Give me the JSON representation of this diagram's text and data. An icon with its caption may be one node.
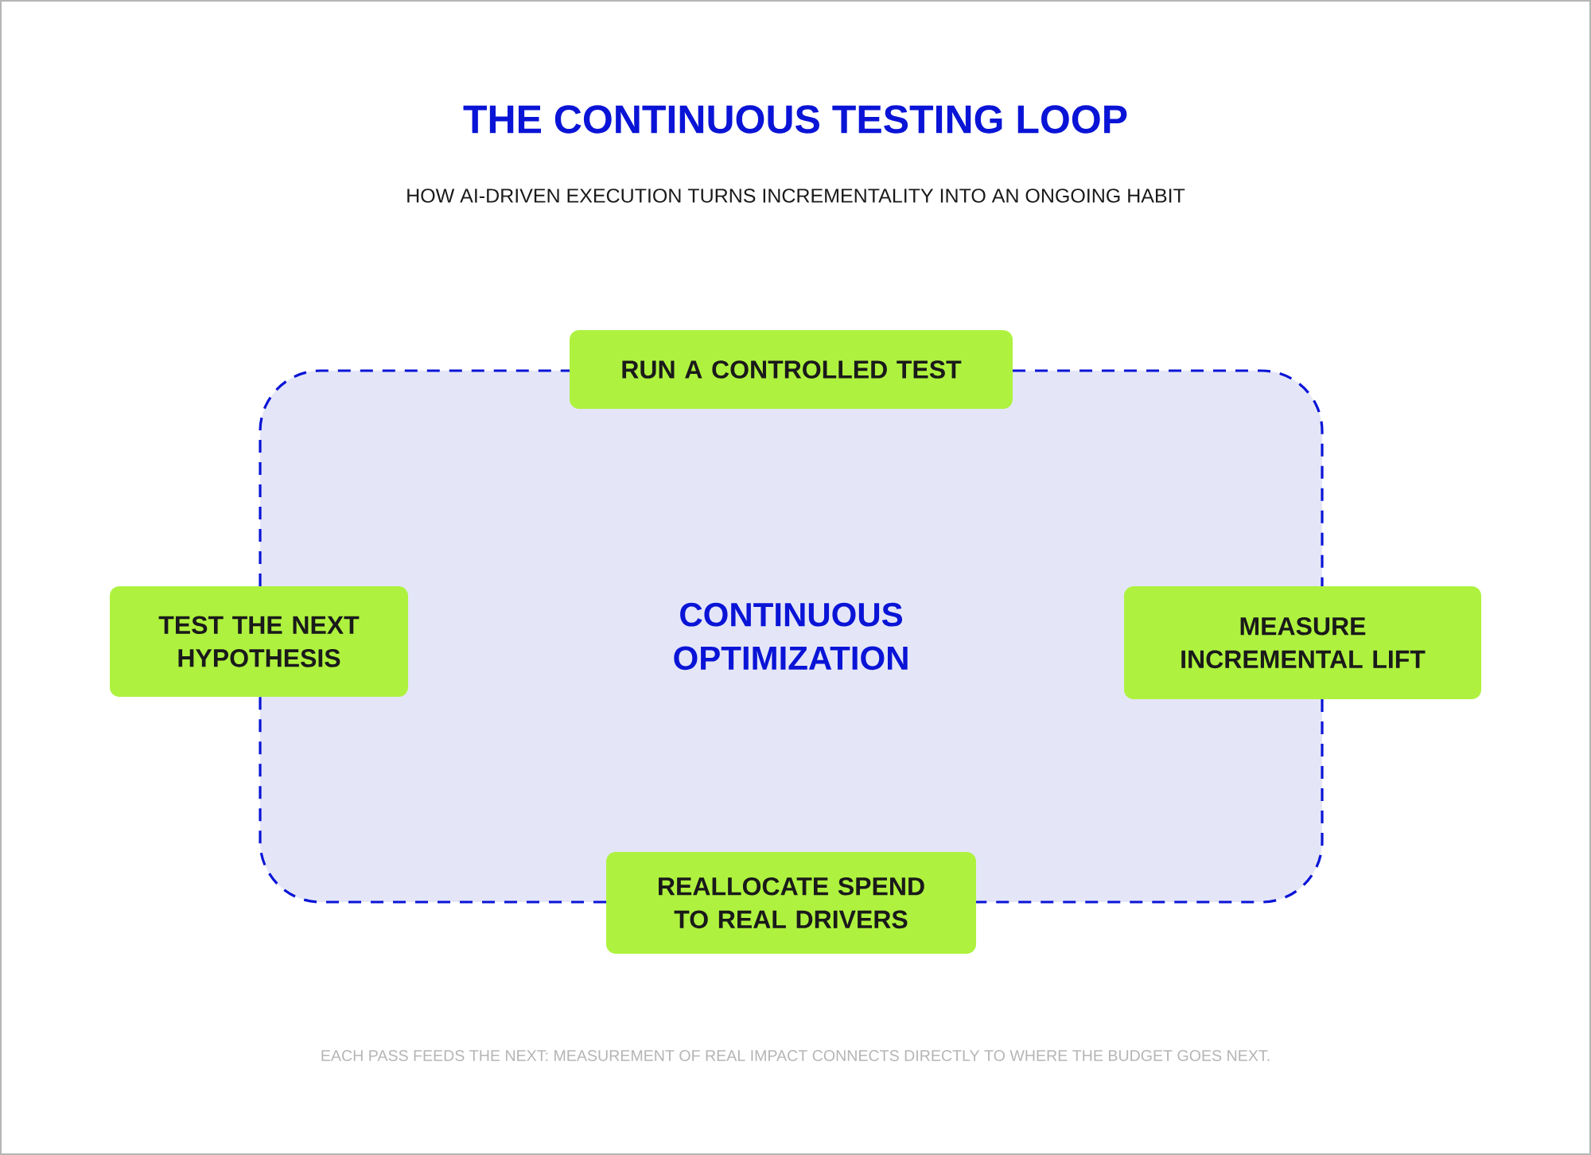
{
  "diagram": {
    "title": "THE CONTINUOUS TESTING LOOP",
    "caption": "EACH PASS FEEDS THE NEXT: MEASUREMENT OF REAL IMPACT CONNECTS DIRECTLY TO WHERE THE BUDGET GOES NEXT.",
    "labels": [
      "HOW AI-DRIVEN EXECUTION TURNS INCREMENTALITY INTO AN ONGOING HABIT"
    ],
    "nodes": [
      {
        "text": [
          "CONTINUOUS OPTIMIZATION"
        ]
      },
      {
        "text": [
          "RUN A CONTROLLED TEST"
        ]
      },
      {
        "text": [
          "TEST THE NEXT HYPOTHESIS"
        ]
      },
      {
        "text": [
          "MEASURE INCREMENTAL LIFT"
        ]
      },
      {
        "text": [
          "REALLOCATE SPEND TO REAL DRIVERS"
        ]
      }
    ],
    "edges": [
      {
        "from": 1,
        "to": 3,
        "arrow": "none",
        "style": "dashed"
      },
      {
        "from": 3,
        "to": 4,
        "arrow": "none",
        "style": "dashed"
      },
      {
        "from": 4,
        "to": 2,
        "arrow": "none",
        "style": "dashed"
      },
      {
        "from": 2,
        "to": 1,
        "arrow": "none",
        "style": "dashed"
      }
    ]
  }
}
